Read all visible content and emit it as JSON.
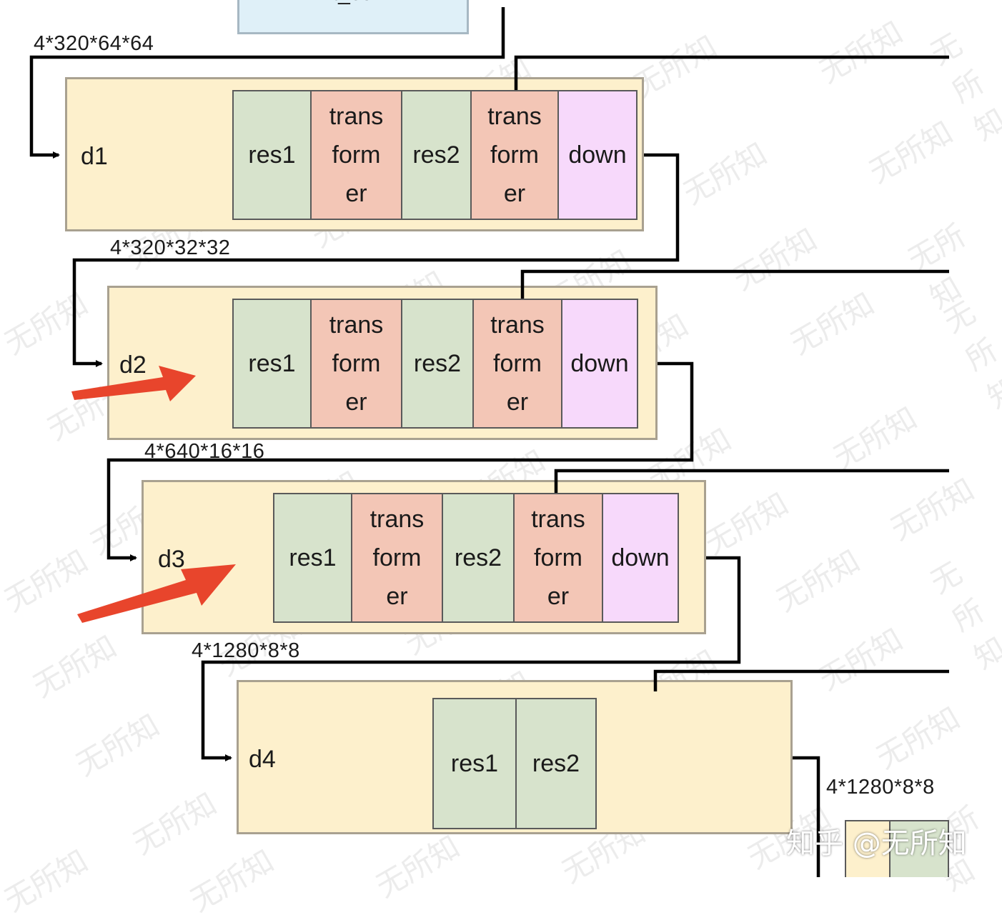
{
  "diagram": {
    "init_block": {
      "label": "init_conv"
    },
    "stages": [
      {
        "label": "d1",
        "input_shape": "4*320*64*64",
        "blocks": [
          {
            "label": "res1",
            "kind": "res"
          },
          {
            "label": "trans\nform\ner",
            "kind": "transformer"
          },
          {
            "label": "res2",
            "kind": "res"
          },
          {
            "label": "trans\nform\ner",
            "kind": "transformer"
          },
          {
            "label": "down",
            "kind": "down"
          }
        ]
      },
      {
        "label": "d2",
        "input_shape": "4*320*32*32",
        "blocks": [
          {
            "label": "res1",
            "kind": "res"
          },
          {
            "label": "trans\nform\ner",
            "kind": "transformer"
          },
          {
            "label": "res2",
            "kind": "res"
          },
          {
            "label": "trans\nform\ner",
            "kind": "transformer"
          },
          {
            "label": "down",
            "kind": "down"
          }
        ]
      },
      {
        "label": "d3",
        "input_shape": "4*640*16*16",
        "blocks": [
          {
            "label": "res1",
            "kind": "res"
          },
          {
            "label": "trans\nform\ner",
            "kind": "transformer"
          },
          {
            "label": "res2",
            "kind": "res"
          },
          {
            "label": "trans\nform\ner",
            "kind": "transformer"
          },
          {
            "label": "down",
            "kind": "down"
          }
        ]
      },
      {
        "label": "d4",
        "input_shape": "4*1280*8*8",
        "blocks": [
          {
            "label": "res1",
            "kind": "res"
          },
          {
            "label": "res2",
            "kind": "res"
          }
        ]
      }
    ],
    "output_shape": "4*1280*8*8"
  },
  "watermark": {
    "text": "无所知",
    "footer": "知乎 @无所知"
  },
  "colors": {
    "stage_fill": "#fdf0cc",
    "res_fill": "#d7e3cc",
    "transformer_fill": "#f3c6b6",
    "down_fill": "#f7d9fb",
    "arrow_red": "#e8452c",
    "line": "#000000"
  }
}
